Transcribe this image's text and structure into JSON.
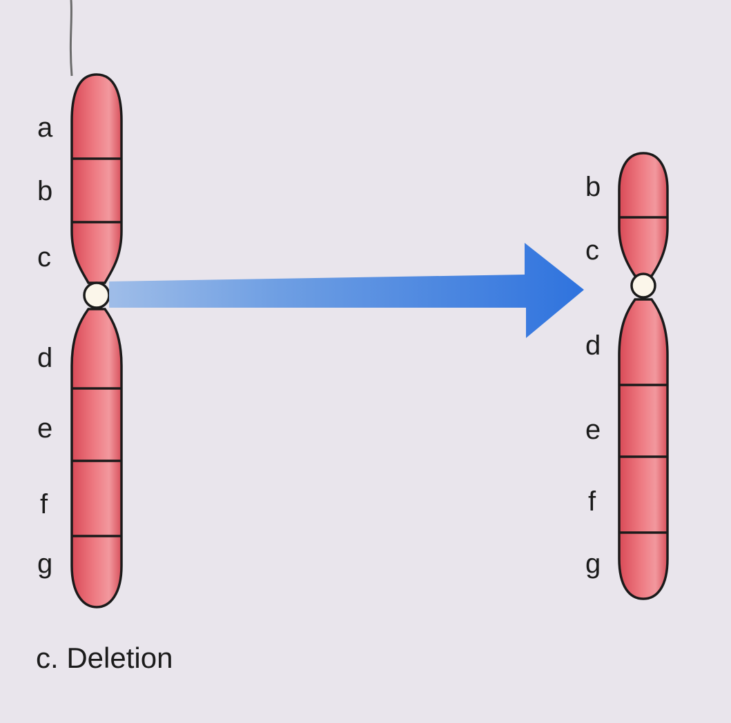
{
  "caption": "c. Deletion",
  "original": {
    "segment_labels": [
      "a",
      "b",
      "c",
      "d",
      "e",
      "f",
      "g"
    ]
  },
  "deleted": {
    "segment_labels": [
      "b",
      "c",
      "d",
      "e",
      "f",
      "g"
    ]
  },
  "colors": {
    "chromosome_fill": "#e8606a",
    "chromosome_highlight": "#f4a0a6",
    "outline": "#1a1a1a",
    "centromere": "#fbf6ea",
    "arrow": "#3d7fe0",
    "background": "#e9e5ec"
  },
  "icons": {
    "arrow": "arrow-right-icon"
  }
}
